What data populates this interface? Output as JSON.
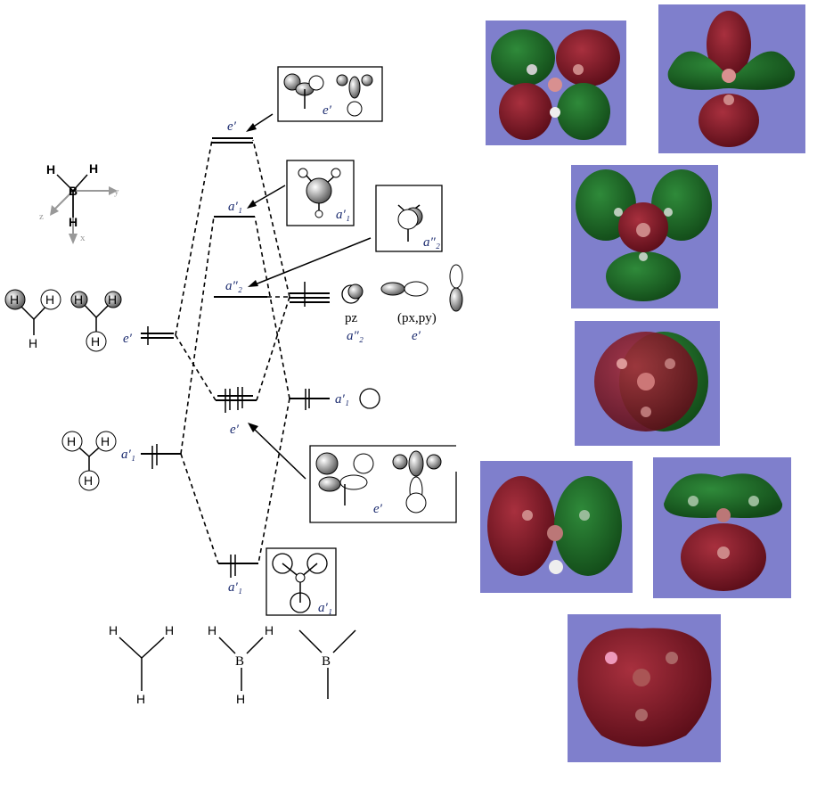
{
  "title": "BH3 molecular orbital diagram",
  "axes": {
    "x": "x",
    "y": "y",
    "z": "z"
  },
  "atoms": {
    "H": "H",
    "B": "B"
  },
  "left_fragment": {
    "e_label": "e′",
    "a1_label": "a′₁"
  },
  "center_mos": {
    "e_antibonding": "e′",
    "a1_antibonding": "a′₁",
    "a2_nonbonding": "a″₂",
    "e_bonding": "e′",
    "a1_bonding": "a′₁"
  },
  "right_fragment": {
    "a1_label": "a′₁",
    "pz_label": "pz",
    "pz_symmetry": "a″₂",
    "pxpy_label": "(px,py)",
    "pxpy_symmetry": "e′"
  },
  "insets": {
    "e_antibonding": "e′",
    "a1_antibonding": "a′₁",
    "a2": "a″₂",
    "e_bonding": "e′",
    "a1_bonding": "a′₁"
  },
  "colors": {
    "panel": "#7f7fcc",
    "lobe_red": "#7a1424",
    "lobe_green": "#1f6a28",
    "label": "#1a2a6e"
  }
}
